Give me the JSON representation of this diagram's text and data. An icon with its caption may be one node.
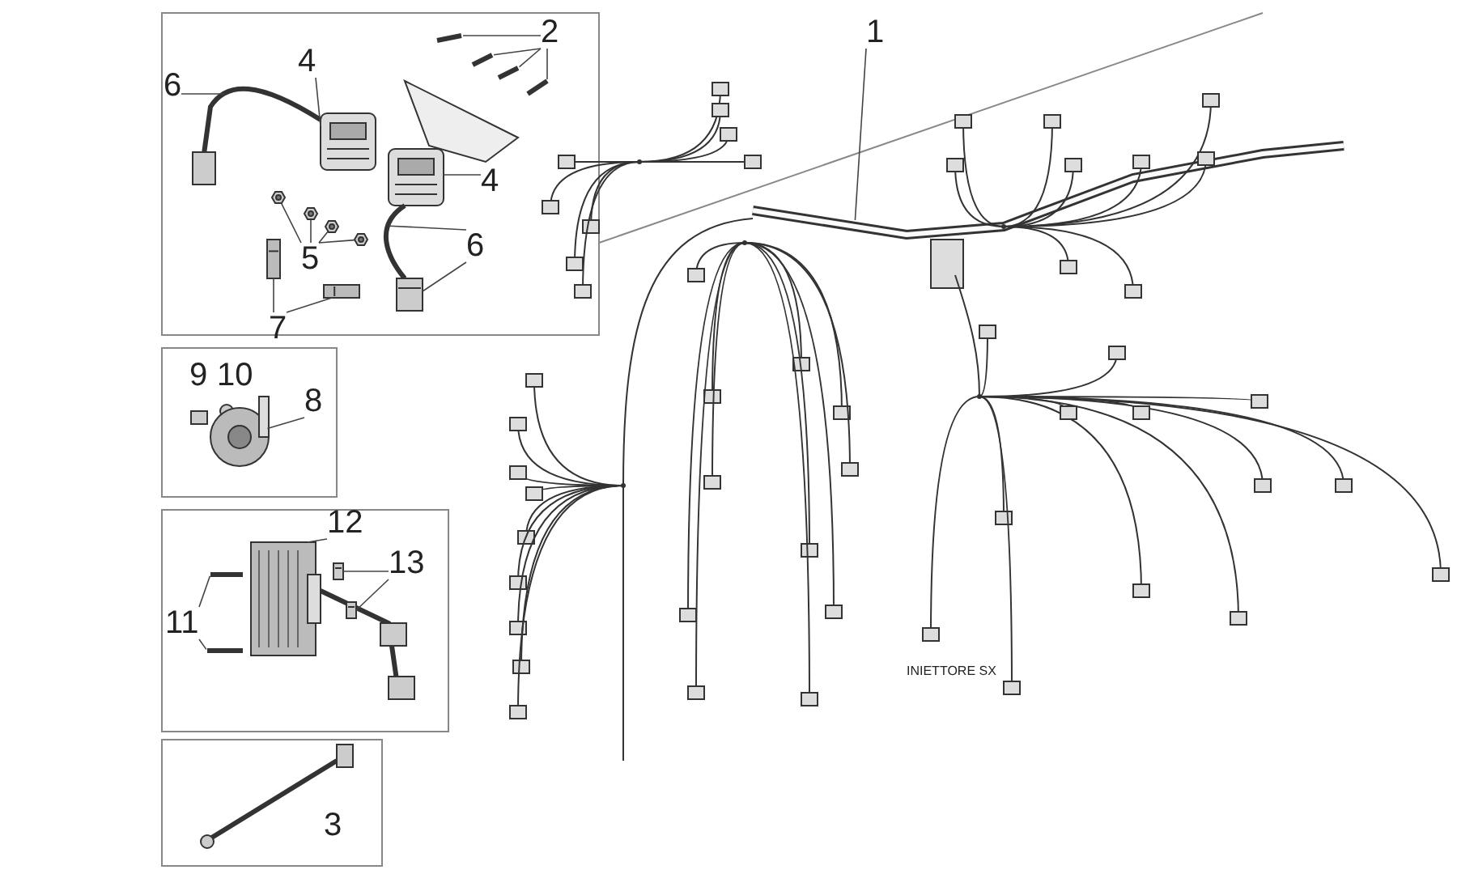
{
  "diagram": {
    "nodes": [
      {
        "text": [
          "1"
        ]
      },
      {
        "text": [
          "2"
        ]
      },
      {
        "text": [
          "4"
        ]
      },
      {
        "text": [
          "4"
        ]
      },
      {
        "text": [
          "5"
        ]
      },
      {
        "text": [
          "6"
        ]
      },
      {
        "text": [
          "6"
        ]
      },
      {
        "text": [
          "7"
        ]
      },
      {
        "text": [
          "8"
        ]
      },
      {
        "text": [
          "11"
        ]
      },
      {
        "text": [
          "12"
        ]
      },
      {
        "text": [
          "13"
        ]
      },
      {
        "text": [],
        "shape": "picture"
      },
      {
        "text": [],
        "shape": "picture"
      },
      {
        "text": [],
        "shape": "picture"
      },
      {
        "text": [],
        "shape": "picture"
      },
      {
        "text": [],
        "shape": "picture"
      },
      {
        "text": [],
        "shape": "picture"
      },
      {
        "text": [],
        "shape": "picture"
      },
      {
        "text": [],
        "shape": "picture"
      },
      {
        "text": [],
        "shape": "picture"
      },
      {
        "text": [],
        "shape": "picture"
      },
      {
        "text": [],
        "shape": "picture"
      },
      {
        "text": [],
        "shape": "picture"
      },
      {
        "text": [],
        "shape": "picture"
      },
      {
        "text": [],
        "shape": "picture"
      },
      {
        "text": [],
        "shape": "picture"
      },
      {
        "text": [],
        "shape": "picture"
      },
      {
        "text": [],
        "shape": "picture"
      },
      {
        "text": [],
        "shape": "picture"
      },
      {
        "text": [],
        "shape": "picture"
      },
      {
        "text": [],
        "shape": "picture"
      },
      {
        "text": [],
        "shape": "picture"
      },
      {
        "text": [],
        "shape": "picture"
      }
    ],
    "edges": [
      {
        "from": 0,
        "to": 12,
        "arrow": "none"
      },
      {
        "from": 1,
        "to": 13,
        "arrow": "none"
      },
      {
        "from": 1,
        "to": 14,
        "arrow": "none"
      },
      {
        "from": 1,
        "to": 15,
        "arrow": "none"
      },
      {
        "from": 1,
        "to": 16,
        "arrow": "none"
      },
      {
        "from": 2,
        "to": 17,
        "arrow": "none"
      },
      {
        "from": 3,
        "to": 18,
        "arrow": "none"
      },
      {
        "from": 4,
        "to": 19,
        "arrow": "none"
      },
      {
        "from": 4,
        "to": 20,
        "arrow": "none"
      },
      {
        "from": 4,
        "to": 21,
        "arrow": "none"
      },
      {
        "from": 4,
        "to": 22,
        "arrow": "none"
      },
      {
        "from": 5,
        "to": 23,
        "arrow": "none"
      },
      {
        "from": 6,
        "to": 24,
        "arrow": "none"
      },
      {
        "from": 6,
        "to": 25,
        "arrow": "none"
      },
      {
        "from": 7,
        "to": 26,
        "arrow": "none"
      },
      {
        "from": 7,
        "to": 27,
        "arrow": "none"
      },
      {
        "from": 8,
        "to": 28,
        "arrow": "none"
      },
      {
        "from": 9,
        "to": 29,
        "arrow": "none"
      },
      {
        "from": 9,
        "to": 30,
        "arrow": "none"
      },
      {
        "from": 10,
        "to": 31,
        "arrow": "none"
      },
      {
        "from": 11,
        "to": 32,
        "arrow": "none"
      },
      {
        "from": 11,
        "to": 33,
        "arrow": "none"
      }
    ],
    "labels": [
      "9",
      "10",
      "3",
      "INIETTORE SX"
    ]
  }
}
